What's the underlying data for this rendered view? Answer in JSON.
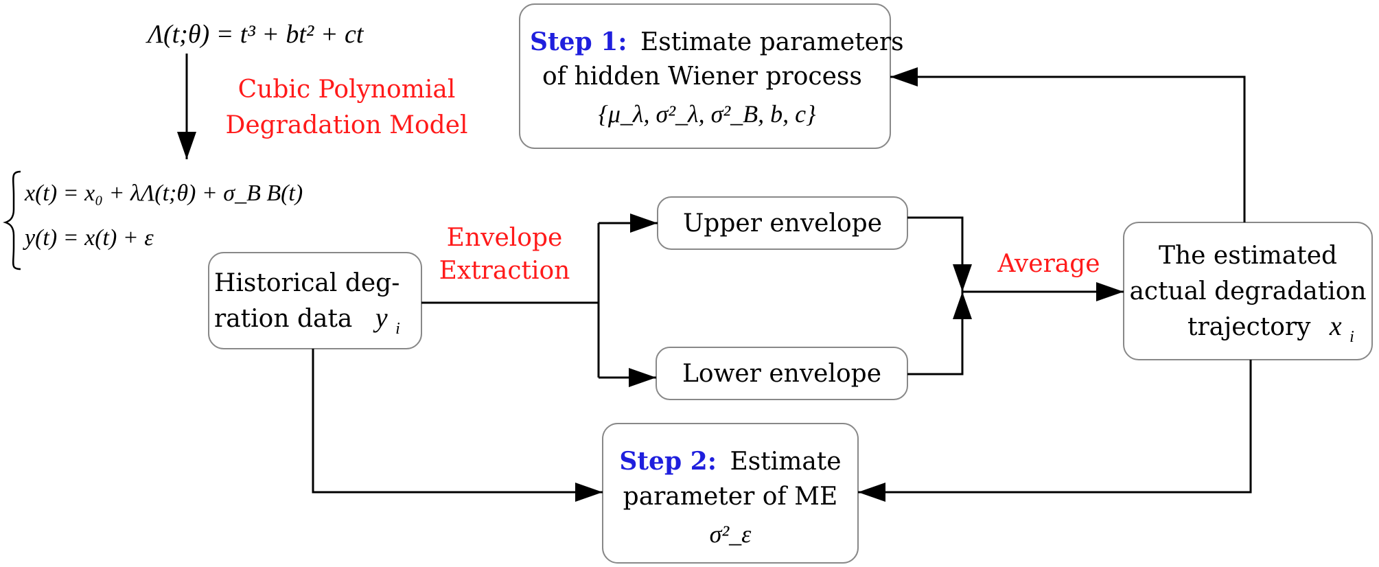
{
  "model": {
    "formula": "Λ(t;θ) = t³ + bt² + ct",
    "label_line1": "Cubic Polynomial",
    "label_line2": "Degradation Model",
    "eq1": "x(t) = x₀ + λΛ(t;θ) + σ_B B(t)",
    "eq2": "y(t) = x(t) + ε"
  },
  "step1": {
    "step_label": "Step 1:",
    "line1": "Estimate parameters",
    "line2": "of hidden Wiener process",
    "params": "{μ_λ, σ²_λ, σ²_B, b, c}"
  },
  "historical": {
    "line1": "Historical deg-",
    "line2": "ration data",
    "symbol": "y",
    "subscript": "i"
  },
  "envelope_extraction": {
    "line1": "Envelope",
    "line2": "Extraction"
  },
  "upper": {
    "label": "Upper envelope"
  },
  "lower": {
    "label": "Lower envelope"
  },
  "average": {
    "label": "Average"
  },
  "estimated": {
    "line1": "The estimated",
    "line2": "actual degradation",
    "line3": "trajectory",
    "symbol": "x",
    "subscript": "i"
  },
  "step2": {
    "step_label": "Step 2:",
    "line1": "Estimate",
    "line2": "parameter of ME",
    "param": "σ²_ε"
  },
  "colors": {
    "red_text": "#ff1a1a",
    "blue_text": "#1f1fdd",
    "stroke": "#000000"
  }
}
